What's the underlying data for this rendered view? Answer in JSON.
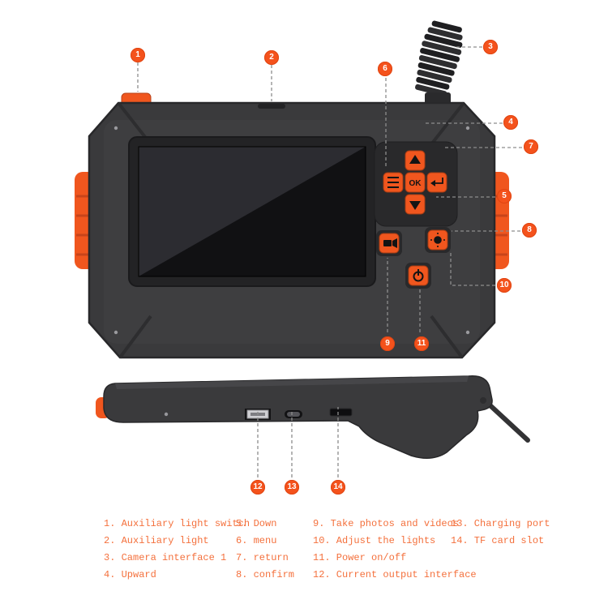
{
  "markers": [
    "1",
    "2",
    "3",
    "4",
    "5",
    "6",
    "7",
    "8",
    "9",
    "10",
    "11",
    "12",
    "13",
    "14"
  ],
  "device": {
    "ok_button_label": "OK"
  },
  "legend": {
    "columns": [
      {
        "items": [
          "1. Auxiliary light switch",
          "2. Auxiliary light",
          "3. Camera interface 1",
          "4. Upward"
        ]
      },
      {
        "items": [
          "5. Down",
          "6. menu",
          "7. return",
          "8. confirm"
        ]
      },
      {
        "items": [
          "9. Take photos and videos",
          "10. Adjust the lights",
          "11. Power on/off",
          "12. Current output interface"
        ]
      },
      {
        "items": [
          "13. Charging port",
          "14. TF card slot"
        ]
      }
    ]
  },
  "colors": {
    "accent_orange": "#f0561e",
    "marker_orange": "#f4521c",
    "legend_text": "#f4703c",
    "device_body": "#3a3a3c",
    "screen_dark": "#111113"
  }
}
